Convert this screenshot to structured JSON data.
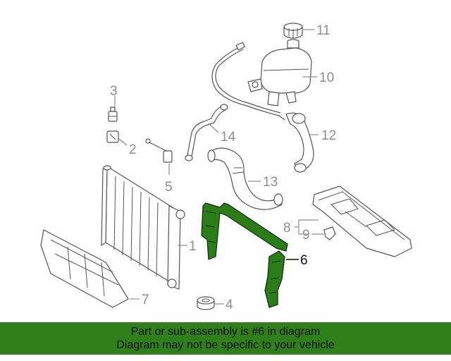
{
  "callouts": {
    "c1": "1",
    "c2": "2",
    "c3": "3",
    "c4": "4",
    "c5": "5",
    "c6": "6",
    "c7": "7",
    "c8": "8",
    "c9": "9",
    "c10": "10",
    "c11": "11",
    "c12": "12",
    "c13": "13",
    "c14": "14"
  },
  "highlighted_part": "6",
  "colors": {
    "highlight": "#2b7d17",
    "banner": "#2f7f1b",
    "callout_text": "#8e8e8e"
  },
  "banner": {
    "line1": "Part or sub-assembly is #6 in diagram",
    "line2": "Diagram may not be specific to your vehicle"
  }
}
